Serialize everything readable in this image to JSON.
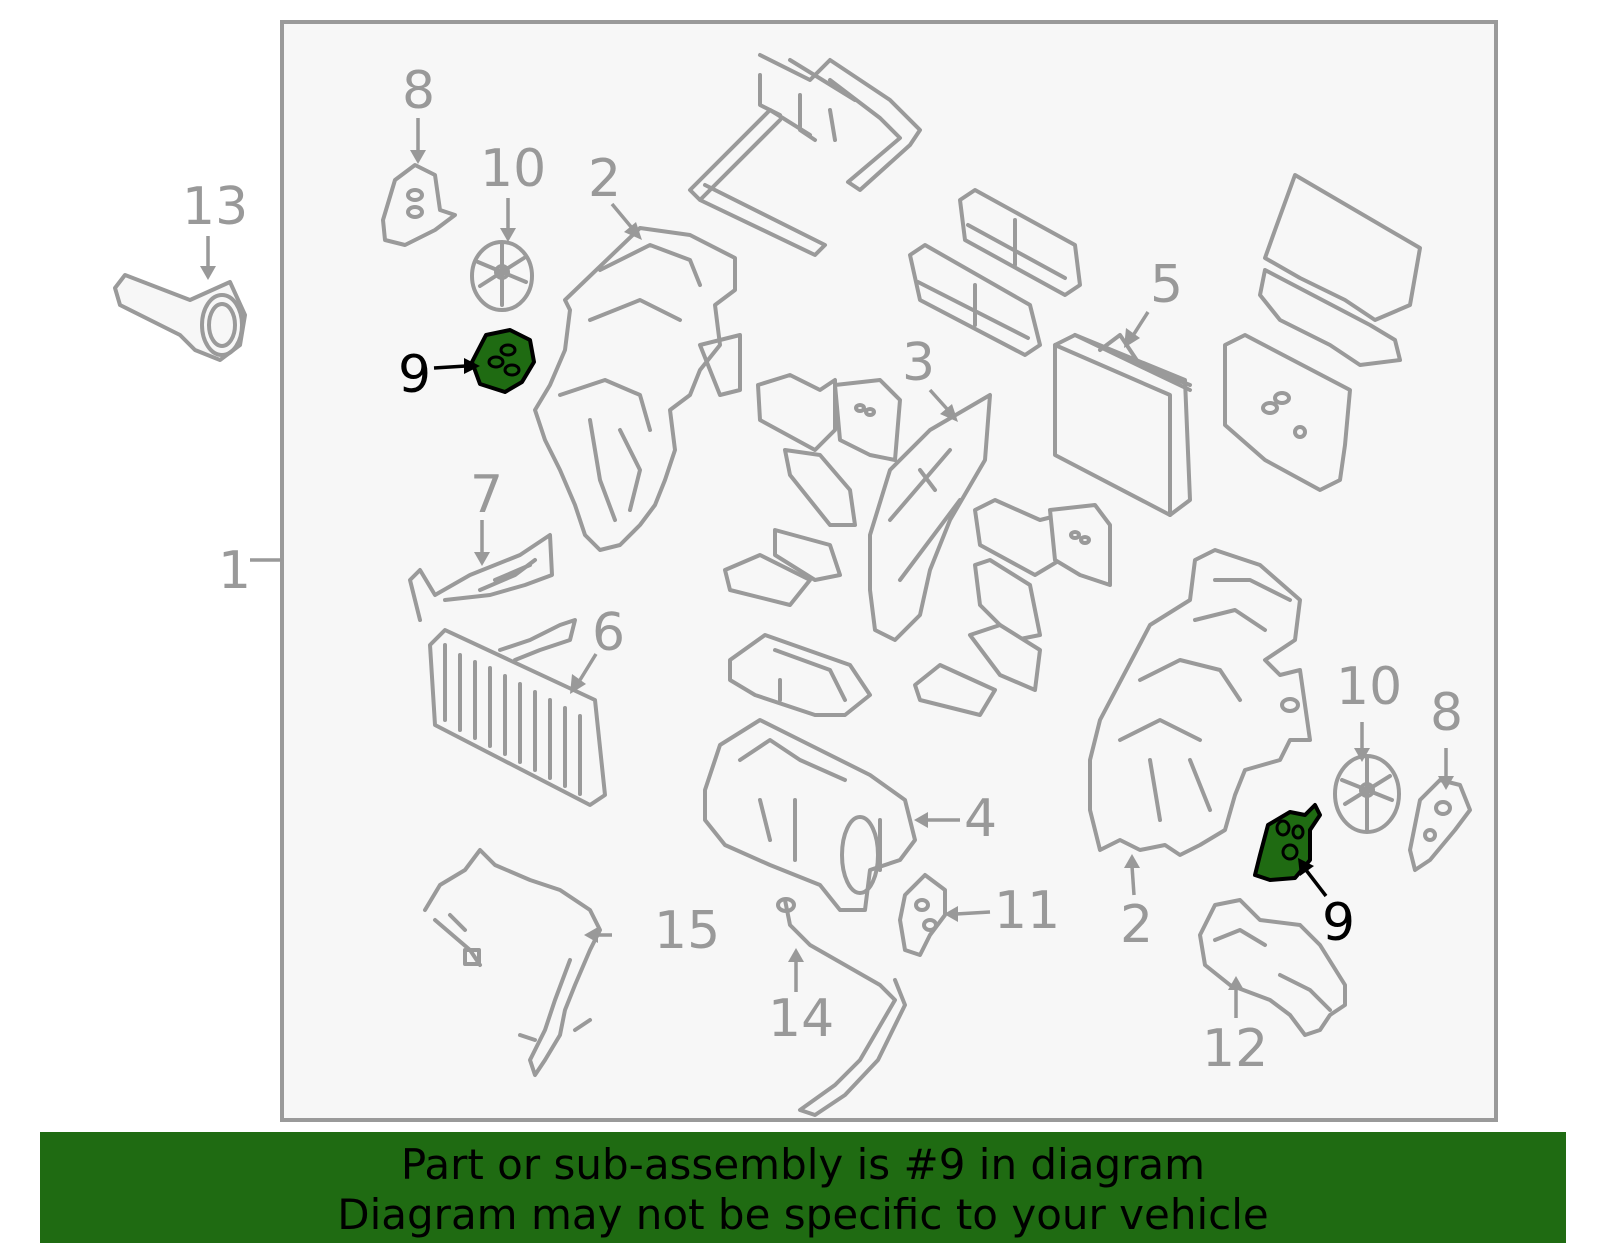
{
  "diagram": {
    "callouts": {
      "c1": "1",
      "c2a": "2",
      "c2b": "2",
      "c3": "3",
      "c4": "4",
      "c5": "5",
      "c6": "6",
      "c7": "7",
      "c8a": "8",
      "c8b": "8",
      "c9a": "9",
      "c9b": "9",
      "c10a": "10",
      "c10b": "10",
      "c11": "11",
      "c12": "12",
      "c13": "13",
      "c14": "14",
      "c15": "15"
    },
    "highlight_color": "#1f6b12"
  },
  "banner": {
    "line1": "Part or sub-assembly is #9 in diagram",
    "line2": "Diagram may not be specific to your vehicle"
  }
}
